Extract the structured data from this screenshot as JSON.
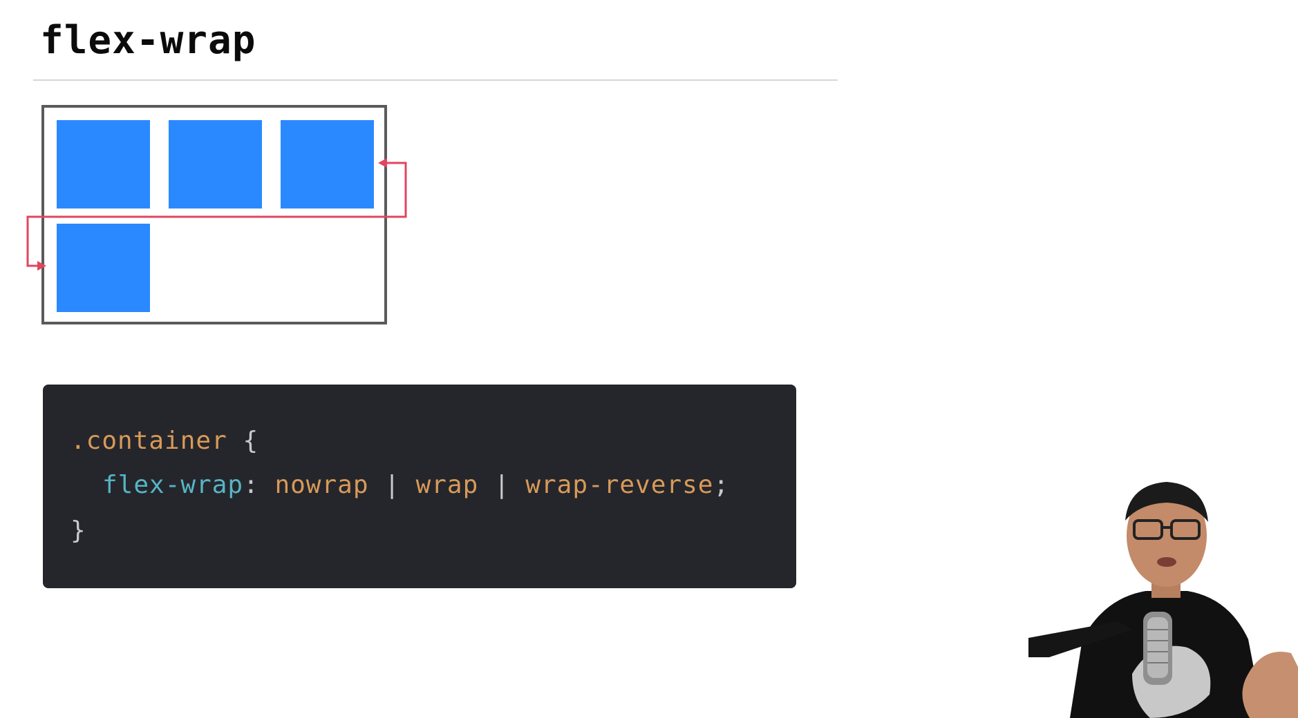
{
  "slide": {
    "title": "flex-wrap"
  },
  "demo": {
    "item_color": "#2b89ff",
    "container_border_color": "#5a5a5a",
    "arrow_color": "#e0465f",
    "items_per_row": 3,
    "item_count": 4
  },
  "code": {
    "background": "#25262c",
    "selector": ".container",
    "open_brace": "{",
    "property": "flex-wrap",
    "colon": ":",
    "value_1": "nowrap",
    "separator": "|",
    "value_2": "wrap",
    "value_3": "wrap-reverse",
    "semicolon": ";",
    "close_brace": "}"
  },
  "presenter": {
    "icon": "presenter-video-icon"
  }
}
